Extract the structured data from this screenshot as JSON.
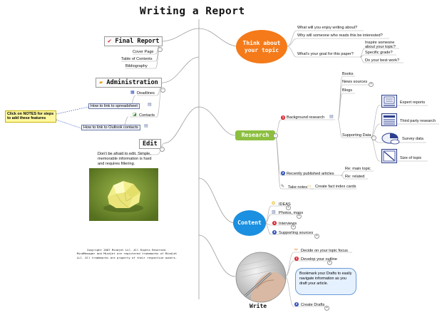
{
  "title": "Writing a Report",
  "left": {
    "final_report": {
      "label": "Final Report",
      "items": [
        "Cover Page",
        "Table of Contents",
        "Bibliography"
      ]
    },
    "administration": {
      "label": "Administration",
      "deadlines": "Deadlines",
      "contacts": "Contacts",
      "link_spreadsheet": "How to link to spreadsheet",
      "link_outlook": "How to link to Outlook contacts"
    },
    "note": "Click on NOTES for steps to add these features",
    "edit": {
      "label": "Edit",
      "text_line1": "Don't be afraid to edit. Simple,",
      "text_line2": "memorable information is hard",
      "text_line3": "and requires filtering."
    },
    "copyright_line1": "Copyright 2007 Mindjet LLC.  All Rights Reserved.",
    "copyright_line2": "MindManager and Mindjet are registered trademarks of Mindjet",
    "copyright_line3": "LLC. All trademarks are property of their respective owners."
  },
  "think": {
    "label_line1": "Think about",
    "label_line2": "your topic",
    "q1": "What will you enjoy writing about?",
    "q2": "Why will someone who reads this be interested?",
    "q3": "What's your goal for this paper?",
    "goals": [
      "Inspire someone about your topic?",
      "Specific grade?",
      "Do your best work?"
    ]
  },
  "research": {
    "label": "Research",
    "background": "Background research",
    "background_items": [
      "Books",
      "News sources",
      "Blogs"
    ],
    "supporting": "Supporting Data",
    "supporting_items": [
      "Expert reports",
      "Third party research",
      "Survey data",
      "Size of topic"
    ],
    "recent": "Recently published articles",
    "recent_items": [
      "Re: main topic",
      "Re: related"
    ],
    "notes": "Take notes",
    "notes_item": "Create fact index cards"
  },
  "content": {
    "label": "Content",
    "items": [
      "IDEAS",
      "Photos, maps",
      "Interviews",
      "Supporting sources"
    ]
  },
  "write": {
    "label": "Write",
    "items": [
      "Decide on your topic focus",
      "Develop your outline",
      "Create Drafts"
    ],
    "bubble_line1": "Bookmark your Drafts to easily",
    "bubble_line2": "navigate information as you",
    "bubble_line3": "draft your article."
  },
  "colors": {
    "think": "#f47a1a",
    "research": "#8cbf3f",
    "content": "#1b8fe0",
    "branch": "#9a9a9a"
  }
}
